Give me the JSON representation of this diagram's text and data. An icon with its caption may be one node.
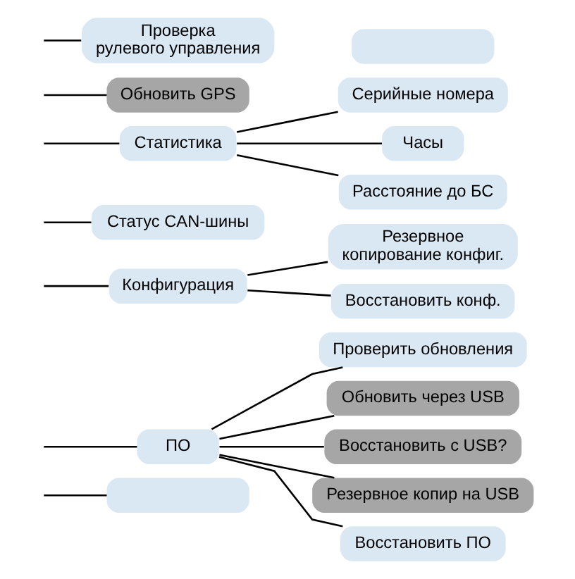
{
  "diagram": {
    "nodes": [
      {
        "text": [],
        "shape": "box"
      },
      {
        "text": [],
        "shape": "box"
      },
      {
        "text": [
          "ПО"
        ]
      },
      {
        "text": [
          "Проверить обновления"
        ]
      },
      {
        "text": [
          "Обновить через USB"
        ]
      },
      {
        "text": [
          "Восстановить с USB?"
        ]
      },
      {
        "text": [
          "Резервное копир на USB"
        ]
      },
      {
        "text": [
          "Восстановить ПО"
        ]
      },
      {
        "text": [
          "Конфигурация"
        ]
      },
      {
        "text": [
          "Резервное копирование конфиг."
        ]
      },
      {
        "text": [
          "Восстановить конф."
        ]
      },
      {
        "text": [
          "Статус CAN-шины"
        ]
      },
      {
        "text": [
          "Статистика"
        ]
      },
      {
        "text": [
          "Серийные номера"
        ]
      },
      {
        "text": [
          "Часы"
        ]
      },
      {
        "text": [
          "Расстояние до БС"
        ]
      },
      {
        "text": [
          "Обновить GPS"
        ]
      },
      {
        "text": [
          "Проверка рулевого управления"
        ]
      }
    ],
    "edges": [
      {
        "from": null,
        "to": 1,
        "arrow": "none"
      },
      {
        "from": null,
        "to": 2,
        "arrow": "none"
      },
      {
        "from": 2,
        "to": 3,
        "arrow": "none"
      },
      {
        "from": 2,
        "to": 4,
        "arrow": "none"
      },
      {
        "from": 2,
        "to": 5,
        "arrow": "none"
      },
      {
        "from": 2,
        "to": 6,
        "arrow": "none"
      },
      {
        "from": 2,
        "to": 7,
        "arrow": "none"
      },
      {
        "from": null,
        "to": 8,
        "arrow": "none"
      },
      {
        "from": 8,
        "to": 9,
        "arrow": "none"
      },
      {
        "from": 8,
        "to": 10,
        "arrow": "none"
      },
      {
        "from": null,
        "to": 11,
        "arrow": "none"
      },
      {
        "from": null,
        "to": 12,
        "arrow": "none"
      },
      {
        "from": 12,
        "to": 13,
        "arrow": "none"
      },
      {
        "from": 12,
        "to": 14,
        "arrow": "none"
      },
      {
        "from": 12,
        "to": 15,
        "arrow": "none"
      },
      {
        "from": null,
        "to": 16,
        "arrow": "none"
      },
      {
        "from": null,
        "to": 17,
        "arrow": "none"
      }
    ]
  }
}
